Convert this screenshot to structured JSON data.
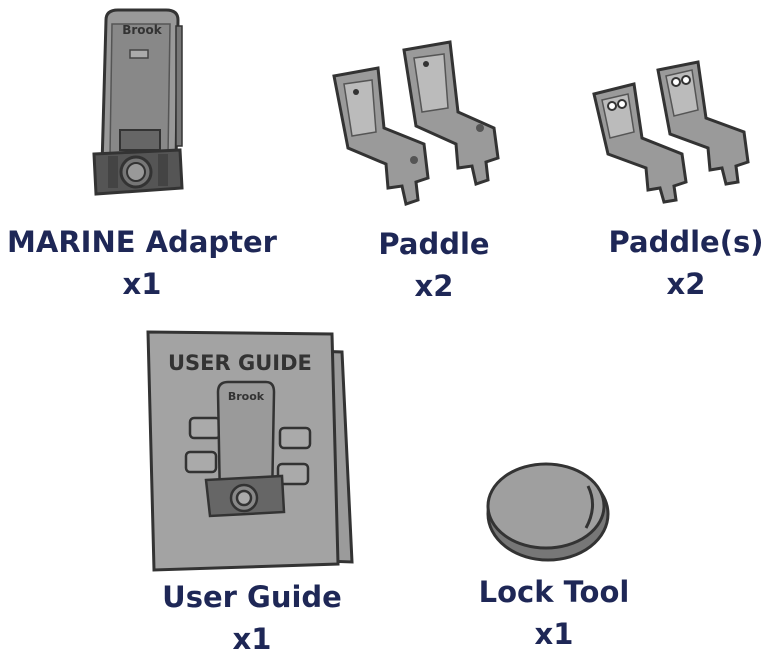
{
  "items": [
    {
      "name": "MARINE Adapter",
      "qty": "x1",
      "brand": "Brook"
    },
    {
      "name": "Paddle",
      "qty": "x2"
    },
    {
      "name": "Paddle(s)",
      "qty": "x2"
    },
    {
      "name": "User Guide",
      "qty": "x1",
      "cover_title": "USER GUIDE",
      "brand": "Brook"
    },
    {
      "name": "Lock Tool",
      "qty": "x1"
    }
  ],
  "colors": {
    "label_text": "#1e2756",
    "device_gray": "#8f8f8f",
    "device_dark": "#555555",
    "outline": "#333333"
  }
}
